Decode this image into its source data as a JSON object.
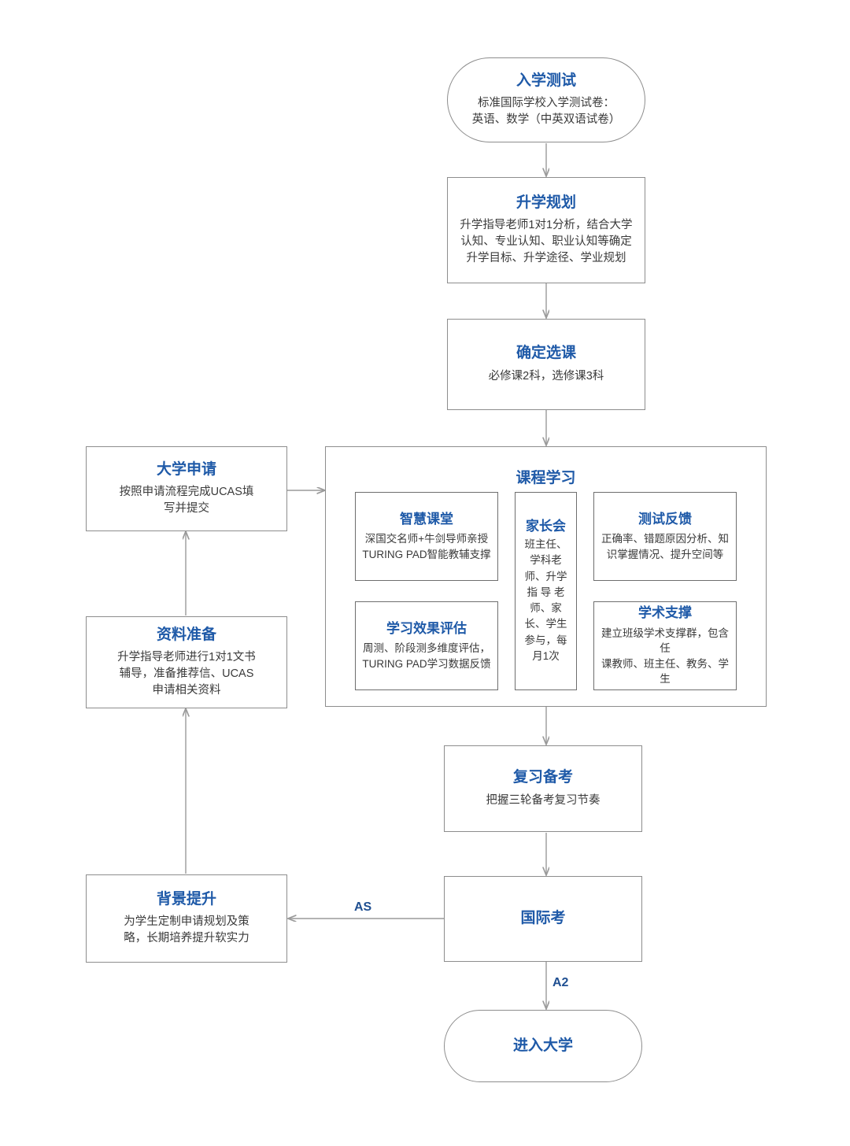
{
  "diagram": {
    "title_color": "#1f5aa8",
    "line_color": "#9a9a9a",
    "border_color": "#8d8d8d",
    "nodes": {
      "entrance_test": {
        "title": "入学测试",
        "desc": "标准国际学校入学测试卷：\n英语、数学（中英双语试卷）"
      },
      "study_plan": {
        "title": "升学规划",
        "desc": "升学指导老师1对1分析，结合大学\n认知、专业认知、职业认知等确定\n升学目标、升学途径、学业规划"
      },
      "course_selection": {
        "title": "确定选课",
        "desc": "必修课2科，选修课3科"
      },
      "course_study": {
        "title": "课程学习"
      },
      "smart_classroom": {
        "title": "智慧课堂",
        "desc": "深国交名师+牛剑导师亲授\nTURING PAD智能教辅支撑"
      },
      "learning_evaluation": {
        "title": "学习效果评估",
        "desc": "周测、阶段测多维度评估，\nTURING PAD学习数据反馈"
      },
      "parent_meeting": {
        "title": "家长会",
        "desc": "班主任、学科老师、升学 指 导 老师、家长、学生参与，每月1次"
      },
      "test_feedback": {
        "title": "测试反馈",
        "desc": "正确率、错题原因分析、知\n识掌握情况、提升空间等"
      },
      "academic_support": {
        "title": "学术支撑",
        "desc": "建立班级学术支撑群，包含任\n课教师、班主任、教务、学生"
      },
      "university_application": {
        "title": "大学申请",
        "desc": "按照申请流程完成UCAS填\n写并提交"
      },
      "material_preparation": {
        "title": "资料准备",
        "desc": "升学指导老师进行1对1文书\n辅导，准备推荐信、UCAS\n申请相关资料"
      },
      "background_enhancement": {
        "title": "背景提升",
        "desc": "为学生定制申请规划及策\n略，长期培养提升软实力"
      },
      "review_preparation": {
        "title": "复习备考",
        "desc": "把握三轮备考复习节奏"
      },
      "international_exam": {
        "title": "国际考"
      },
      "enter_university": {
        "title": "进入大学"
      }
    },
    "edge_labels": {
      "as": "AS",
      "a2": "A2"
    }
  }
}
